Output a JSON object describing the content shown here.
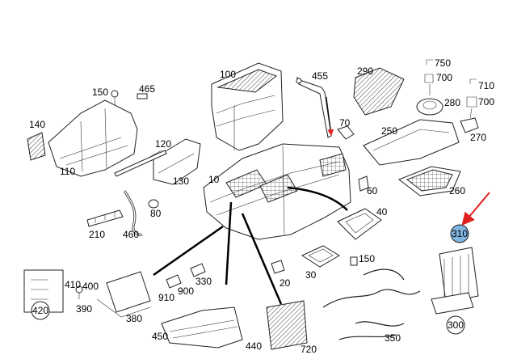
{
  "labels": {
    "l100": "100",
    "l455": "455",
    "l290": "290",
    "l750": "750",
    "l700a": "700",
    "l710": "710",
    "l700b": "700",
    "l280": "280",
    "l150a": "150",
    "l465": "465",
    "l140": "140",
    "l70": "70",
    "l250": "250",
    "l270": "270",
    "l120": "120",
    "l110": "110",
    "l130": "130",
    "l10": "10",
    "l60": "60",
    "l260": "260",
    "l80": "80",
    "l40": "40",
    "l310": "310",
    "l210": "210",
    "l460": "460",
    "l150b": "150",
    "l330": "330",
    "l30": "30",
    "l20": "20",
    "l410": "410",
    "l400": "400",
    "l900": "900",
    "l390": "390",
    "l910": "910",
    "l420": "420",
    "l380": "380",
    "l450": "450",
    "l440": "440",
    "l720": "720",
    "l350": "350",
    "l300": "300"
  },
  "highlight": {
    "part": "310",
    "color": "#7fb3e0",
    "arrow_color": "#e02020"
  }
}
